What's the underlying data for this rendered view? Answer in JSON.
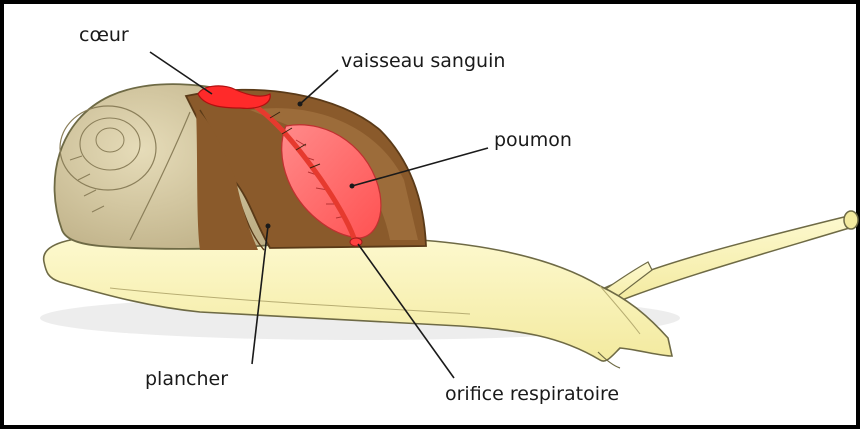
{
  "labels": {
    "coeur": "cœur",
    "vaisseau": "vaisseau sanguin",
    "poumon": "poumon",
    "plancher": "plancher",
    "orifice": "orifice respiratoire"
  },
  "colors": {
    "shell": "#cfc29c",
    "mantle": "#8a5a2b",
    "lung": "#ff6b6b",
    "heart": "#ff2a2a",
    "body": "#fbf6c2"
  }
}
